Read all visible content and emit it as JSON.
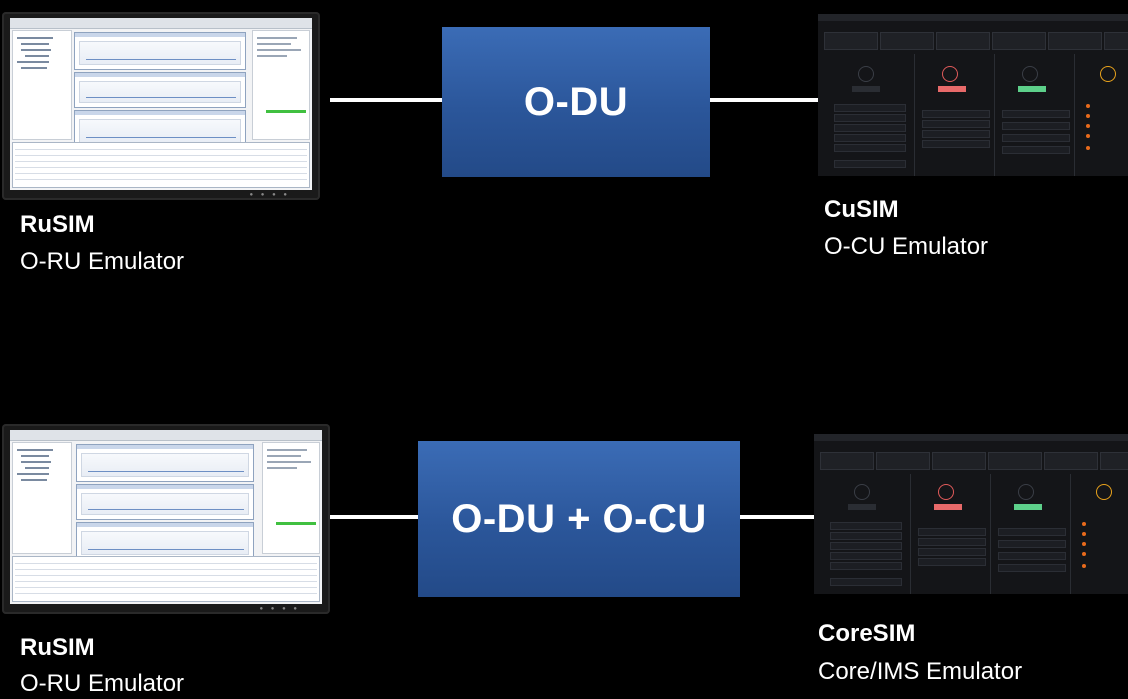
{
  "rows": [
    {
      "left": {
        "title": "RuSIM",
        "subtitle": "O-RU Emulator"
      },
      "middle": {
        "label": "O-DU"
      },
      "right": {
        "title": "CuSIM",
        "subtitle": "O-CU Emulator"
      }
    },
    {
      "left": {
        "title": "RuSIM",
        "subtitle": "O-RU Emulator"
      },
      "middle": {
        "label": "O-DU + O-CU"
      },
      "right": {
        "title": "CoreSIM",
        "subtitle": "Core/IMS Emulator"
      }
    }
  ],
  "colors": {
    "background": "#000000",
    "box_fill": "#2b569a",
    "connector": "#ffffff",
    "text": "#ffffff"
  },
  "icons": {
    "rusim_screenshot": "laptop-screenshot-icon",
    "cusim_screenshot": "dark-dashboard-screenshot-icon"
  }
}
